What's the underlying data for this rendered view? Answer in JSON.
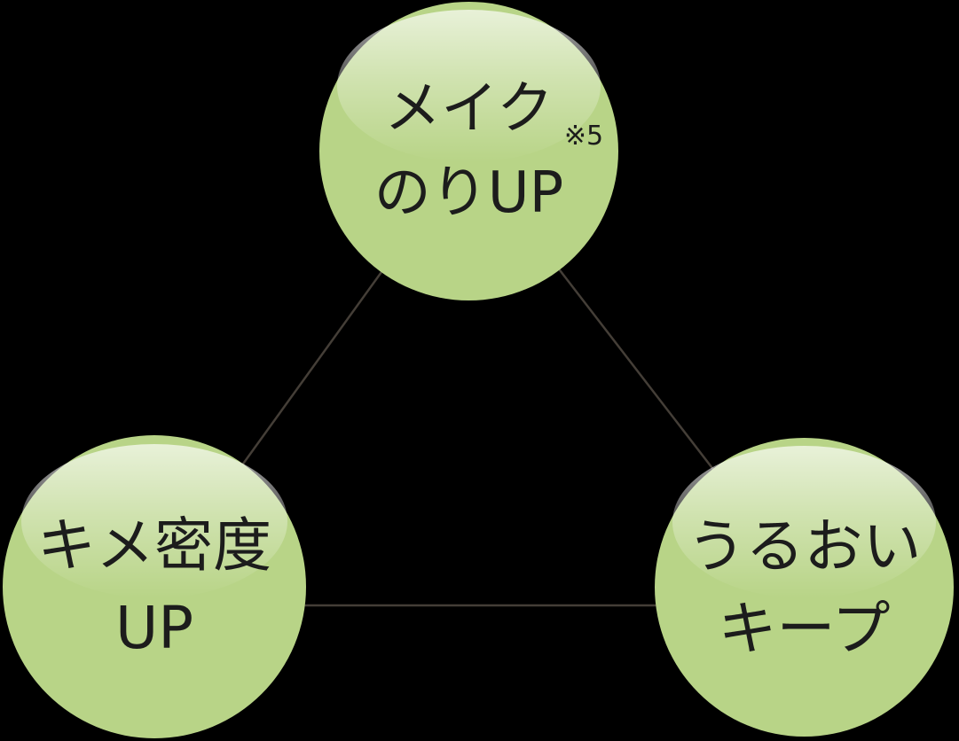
{
  "canvas": {
    "background": "#000000"
  },
  "colors": {
    "circle_fill": "#b8d487",
    "circle_highlight_top": "#e4eed4",
    "text": "#1c1c1c",
    "connector": "#443e37"
  },
  "nodes": [
    {
      "id": "makeup-nori-up",
      "line1": "メイク",
      "superscript": "※5",
      "line2": "のりUP"
    },
    {
      "id": "kime-mitsudo-up",
      "line1": "キメ密度",
      "line2": "UP"
    },
    {
      "id": "uruoi-keep",
      "line1": "うるおい",
      "line2": "キープ"
    }
  ]
}
